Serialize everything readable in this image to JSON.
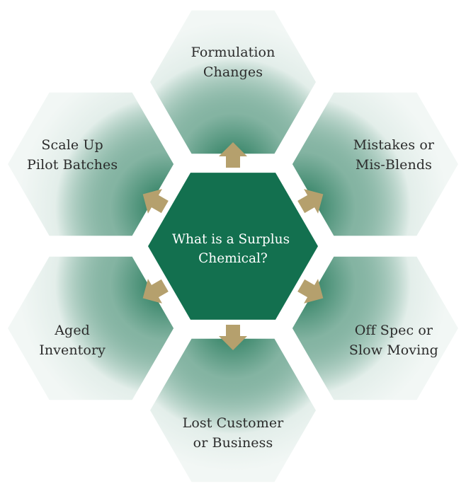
{
  "center": {
    "lines": [
      "What is a Surplus",
      "Chemical?"
    ]
  },
  "hexes": [
    {
      "key": "top",
      "lines": [
        "Formulation",
        "Changes"
      ]
    },
    {
      "key": "upper-right",
      "lines": [
        "Mistakes or",
        "Mis-Blends"
      ]
    },
    {
      "key": "lower-right",
      "lines": [
        "Off Spec or",
        "Slow Moving"
      ]
    },
    {
      "key": "bottom",
      "lines": [
        "Lost Customer",
        "or Business"
      ]
    },
    {
      "key": "lower-left",
      "lines": [
        "Aged",
        "Inventory"
      ]
    },
    {
      "key": "upper-left",
      "lines": [
        "Scale Up",
        "Pilot Batches"
      ]
    }
  ],
  "colors": {
    "center_fill": "#13704f",
    "outer_dark": "#1f7656",
    "outer_light": "#e3eeea",
    "arrow": "#b5a06d",
    "label_text": "#2b2b2b"
  }
}
